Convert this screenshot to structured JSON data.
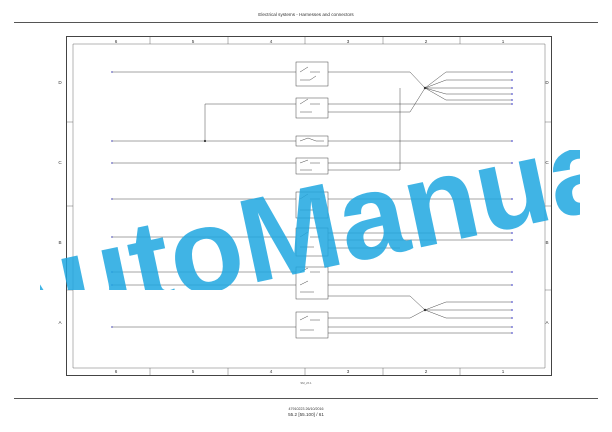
{
  "header": {
    "title": "Electrical systems - Harnesses and connectors"
  },
  "grid": {
    "columns": [
      "6",
      "5",
      "4",
      "3",
      "2",
      "1"
    ],
    "rows": [
      "D",
      "C",
      "B",
      "A"
    ]
  },
  "sheet_ref": "SM_2h    1",
  "footer": {
    "code": "47910223 26/10/2016",
    "page": "55.2 [55.100] / 61"
  },
  "watermark": {
    "text": "AutoManual",
    "color": "#1ea7e1"
  },
  "colors": {
    "line": "#333333",
    "wire": "#6a6ac0",
    "wire_dot": "#5a5ad0"
  }
}
